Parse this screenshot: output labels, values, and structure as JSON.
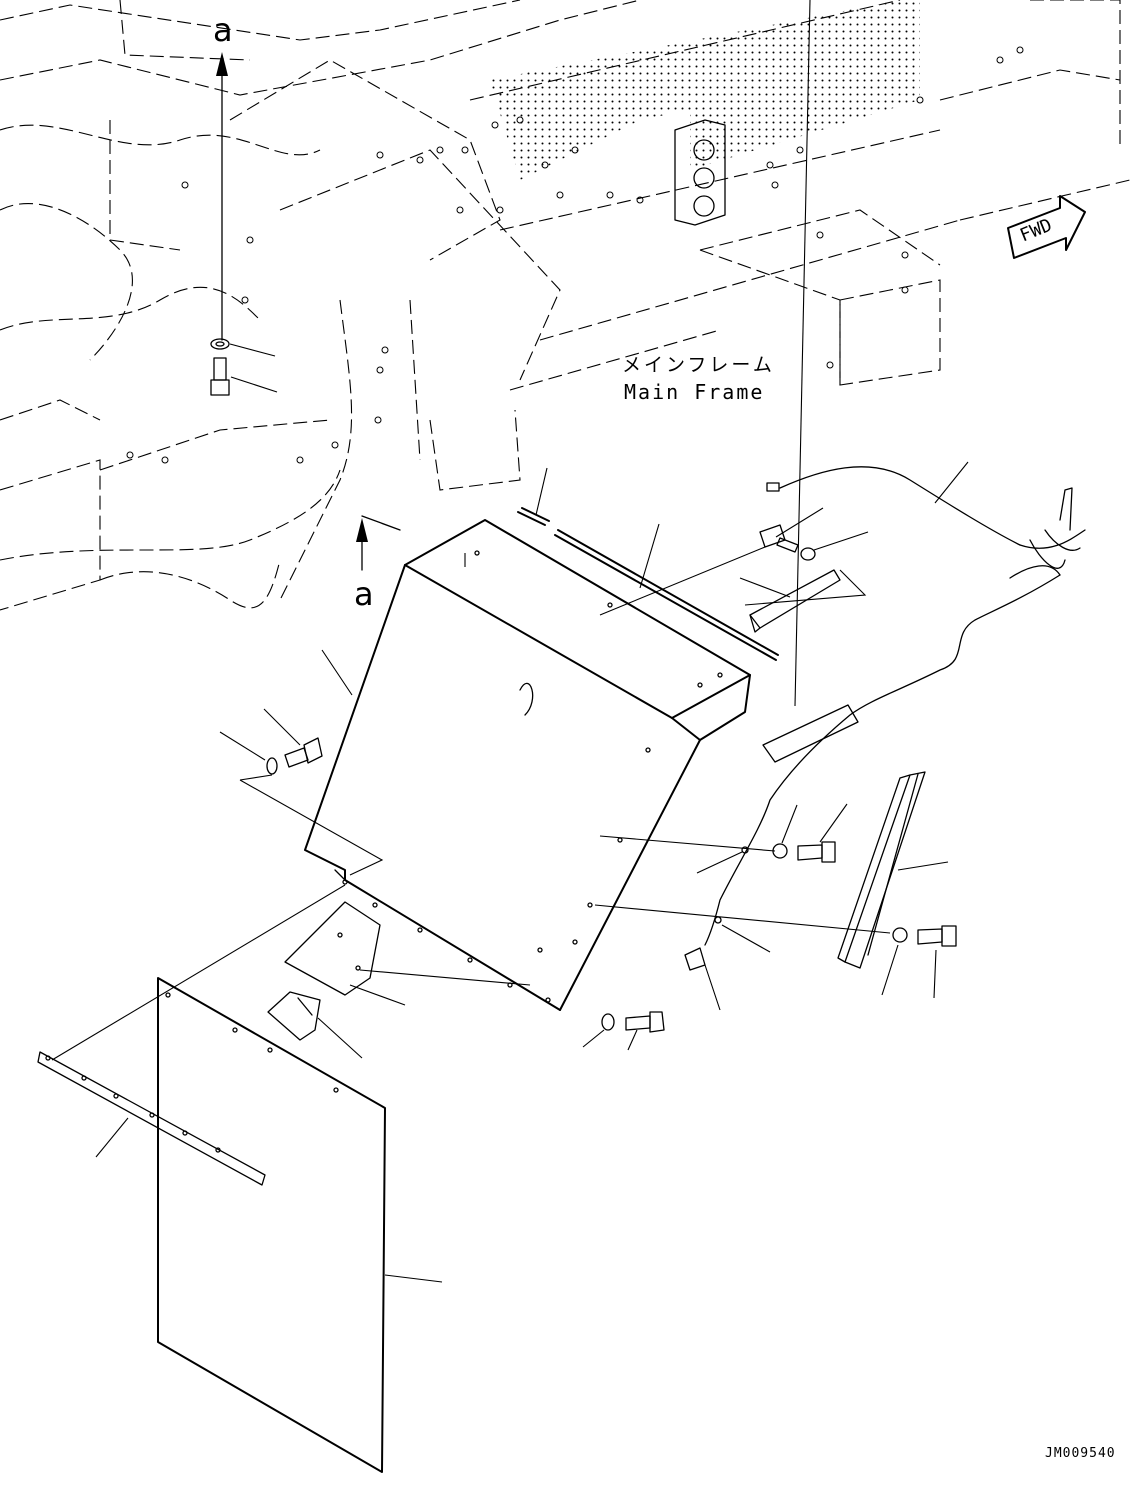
{
  "labels": {
    "main_frame_jp": "メインフレーム",
    "main_frame_en": "Main Frame",
    "view_letter_top": "a",
    "view_letter_bottom": "a",
    "forward_arrow": "FWD",
    "drawing_id": "JM009540"
  },
  "style": {
    "line_color": "#000000",
    "background": "#ffffff"
  }
}
